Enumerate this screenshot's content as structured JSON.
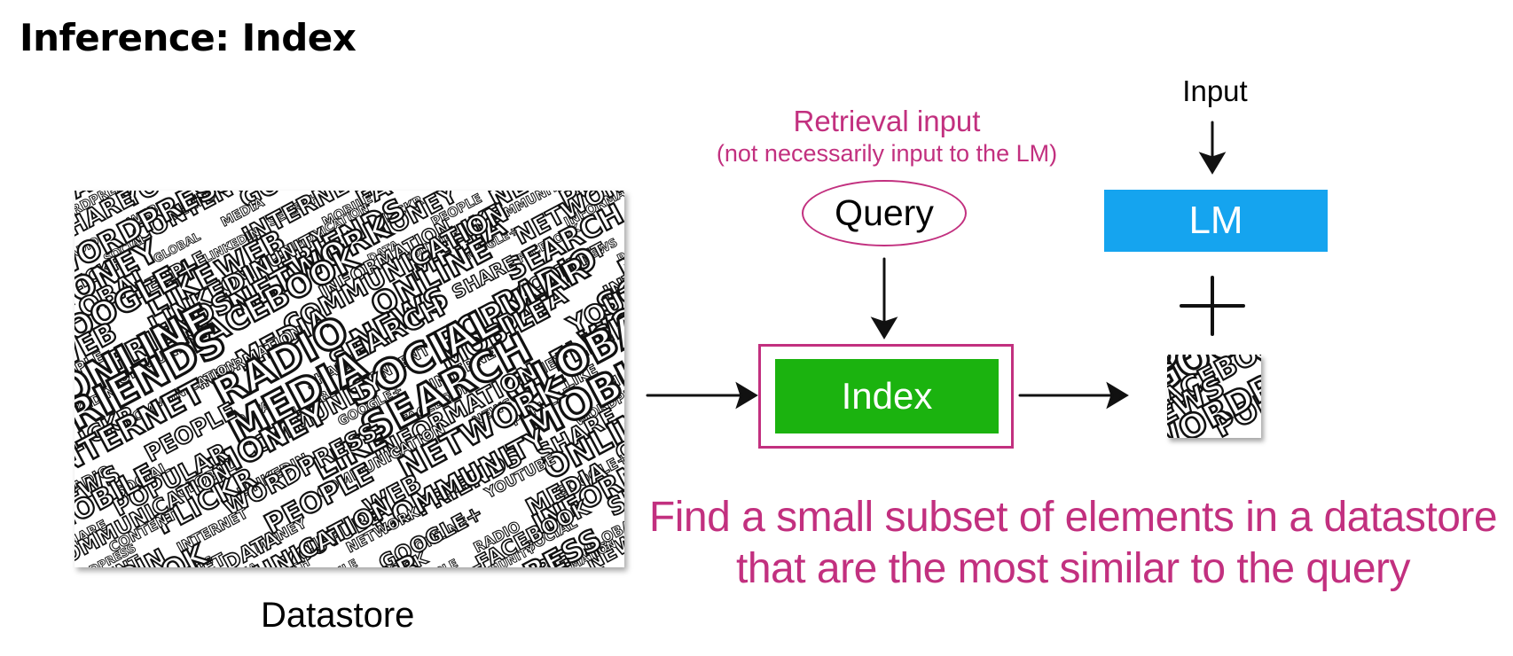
{
  "title": "Inference: Index",
  "datastore": {
    "caption": "Datastore"
  },
  "retrieval": {
    "label": "Retrieval input",
    "sublabel": "(not necessarily input to the LM)"
  },
  "query": {
    "label": "Query"
  },
  "index": {
    "label": "Index"
  },
  "lm": {
    "input_label": "Input",
    "label": "LM"
  },
  "caption": {
    "line1": "Find a small subset of elements in a datastore",
    "line2": "that are the most similar to the query"
  },
  "colors": {
    "accent": "#c2307f",
    "index_fill": "#1bb30f",
    "lm_fill": "#15a4ef"
  },
  "wordcloud": [
    "DATA",
    "YOUTUBE",
    "GOOGLE+",
    "FACEBOOK",
    "NEWS",
    "POPULAR",
    "WORDPRESS",
    "WEB",
    "FRIENDS",
    "MEDIA",
    "SEARCH",
    "MOBILE",
    "FLICKR",
    "PEOPLE",
    "COMMUNITY",
    "INFORMATION",
    "SHARE",
    "CONTENT",
    "INTERNET",
    "MONEY",
    "LIKE",
    "NETWORK",
    "ONLINE",
    "RADIO",
    "SOCIAL",
    "GLOBAL",
    "LINKEDIN",
    "COMMUNICATION"
  ]
}
